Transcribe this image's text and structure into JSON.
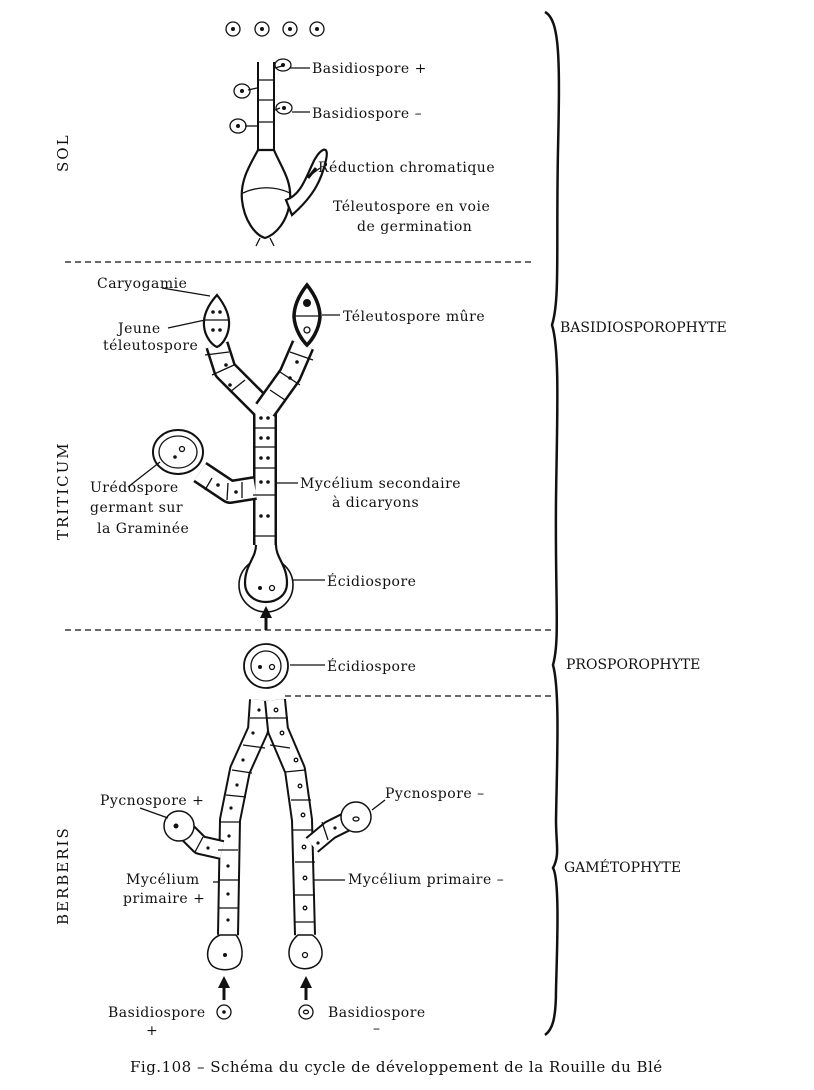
{
  "zones": {
    "sol": "SOL",
    "triticum": "TRITICUM",
    "berberis": "BERBERIS"
  },
  "phases": {
    "basidiosporophyte": "BASIDIOSPOROPHYTE",
    "prosporophyte": "PROSPOROPHYTE",
    "gametophyte": "GAMÉTOPHYTE"
  },
  "sol_labels": {
    "basidiospore_plus": "Basidiospore +",
    "basidiospore_minus": "Basidiospore –",
    "reduction": "Réduction chromatique",
    "teleuto_germ_1": "Téleutospore en voie",
    "teleuto_germ_2": "de germination"
  },
  "triticum_labels": {
    "caryogamie": "Caryogamie",
    "jeune_1": "Jeune",
    "jeune_2": "téleutospore",
    "teleuto_mure": "Téleutospore mûre",
    "uredo_1": "Urédospore",
    "uredo_2": "germant sur",
    "uredo_3": "la Graminée",
    "myc_sec_1": "Mycélium secondaire",
    "myc_sec_2": "à dicaryons",
    "ecidiospore": "Écidiospore"
  },
  "prosporophyte_labels": {
    "ecidiospore": "Écidiospore"
  },
  "berberis_labels": {
    "pycno_plus": "Pycnospore +",
    "pycno_minus": "Pycnospore –",
    "myc_prim_plus_1": "Mycélium",
    "myc_prim_plus_2": "primaire +",
    "myc_prim_minus": "Mycélium primaire –",
    "basidio_left": "Basidiospore",
    "basidio_left_sign": "+",
    "basidio_right": "Basidiospore",
    "basidio_right_sign": "–"
  },
  "caption": "Fig.108 – Schéma du cycle de développement de la Rouille du Blé"
}
